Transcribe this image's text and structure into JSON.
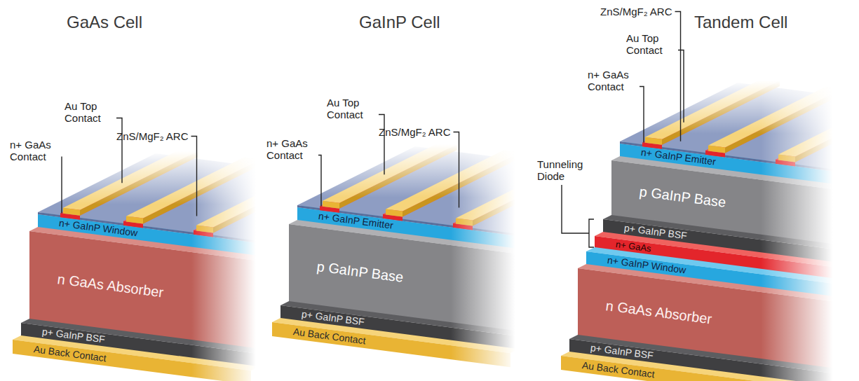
{
  "diagram": {
    "nodes": [
      {
        "text": [
          "GaAs Cell"
        ]
      },
      {
        "text": [
          "n+ GaInP Window"
        ],
        "in": 0
      },
      {
        "text": [
          "n GaAs Absorber"
        ],
        "in": 0
      },
      {
        "text": [
          "p+ GaInP BSF"
        ],
        "in": 0
      },
      {
        "text": [
          "Au Back Contact"
        ],
        "in": 0
      },
      {
        "text": [
          "GaInP Cell"
        ]
      },
      {
        "text": [
          "n+ GaInP Emitter"
        ],
        "in": 5
      },
      {
        "text": [
          "p GaInP Base"
        ],
        "in": 5
      },
      {
        "text": [
          "p+ GaInP BSF"
        ],
        "in": 5
      },
      {
        "text": [
          "Au Back Contact"
        ],
        "in": 5
      },
      {
        "text": [
          "Tandem Cell"
        ]
      },
      {
        "text": [
          "n+ GaInP Emitter"
        ],
        "in": 10
      },
      {
        "text": [
          "p GaInP Base"
        ],
        "in": 10
      },
      {
        "text": [
          "p+ GaInP BSF"
        ],
        "in": 10
      },
      {
        "text": [
          "n+ GaAs"
        ],
        "in": 10
      },
      {
        "text": [
          "n+ GaInP Window"
        ],
        "in": 10
      },
      {
        "text": [
          "n GaAs Absorber"
        ],
        "in": 10
      },
      {
        "text": [
          "p+ GaInP BSF"
        ],
        "in": 10
      },
      {
        "text": [
          "Au Back Contact"
        ],
        "in": 10
      }
    ],
    "labels": [
      "ZnS/MgF₂ ARC",
      "Au Top Contact",
      "n+ GaAs Contact",
      "ZnS/MgF₂ ARC",
      "Au Top Contact",
      "n+ GaAs Contact",
      "ZnS/MgF₂ ARC",
      "Au Top Contact",
      "n+ GaAs Contact",
      "Tunneling Diode"
    ]
  }
}
